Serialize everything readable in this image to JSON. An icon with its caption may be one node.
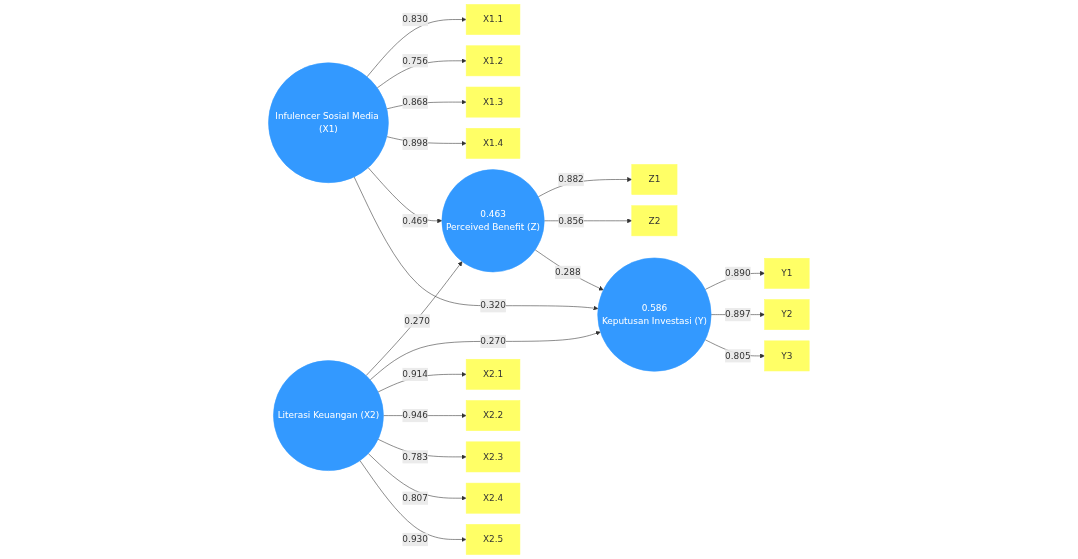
{
  "diagram": {
    "nodes": [
      {
        "text": [
          "X1.1"
        ]
      },
      {
        "text": [
          "X1.2"
        ]
      },
      {
        "text": [
          "X1.3"
        ]
      },
      {
        "text": [
          "X1.4"
        ]
      },
      {
        "text": [
          "Infulencer Sosial Media (X1)"
        ]
      },
      {
        "text": [
          "Z1"
        ]
      },
      {
        "text": [
          "Z2"
        ]
      },
      {
        "text": [
          "0.463",
          "Perceived Benefit (Z)"
        ]
      },
      {
        "text": [
          "Y1"
        ]
      },
      {
        "text": [
          "Y2"
        ]
      },
      {
        "text": [
          "Y3"
        ]
      },
      {
        "text": [
          "0.586",
          "Keputusan Investasi (Y)"
        ]
      },
      {
        "text": [
          "X2.1"
        ]
      },
      {
        "text": [
          "X2.2"
        ]
      },
      {
        "text": [
          "X2.3"
        ]
      },
      {
        "text": [
          "X2.4"
        ]
      },
      {
        "text": [
          "X2.5"
        ]
      },
      {
        "text": [
          "Literasi Keuangan (X2)"
        ]
      }
    ],
    "edges": [
      {
        "from": 4,
        "to": 0,
        "arrow": "to",
        "label": "0.830"
      },
      {
        "from": 4,
        "to": 1,
        "arrow": "to",
        "label": "0.756"
      },
      {
        "from": 4,
        "to": 2,
        "arrow": "to",
        "label": "0.868"
      },
      {
        "from": 4,
        "to": 3,
        "arrow": "to",
        "label": "0.898"
      },
      {
        "from": 4,
        "to": 7,
        "arrow": "to",
        "label": "0.469"
      },
      {
        "from": 4,
        "to": 11,
        "arrow": "to",
        "label": "0.320"
      },
      {
        "from": 7,
        "to": 5,
        "arrow": "to",
        "label": "0.882"
      },
      {
        "from": 7,
        "to": 6,
        "arrow": "to",
        "label": "0.856"
      },
      {
        "from": 7,
        "to": 11,
        "arrow": "to",
        "label": "0.288"
      },
      {
        "from": 17,
        "to": 7,
        "arrow": "to",
        "label": "0.270"
      },
      {
        "from": 17,
        "to": 11,
        "arrow": "to",
        "label": "0.270"
      },
      {
        "from": 11,
        "to": 8,
        "arrow": "to",
        "label": "0.890"
      },
      {
        "from": 11,
        "to": 9,
        "arrow": "to",
        "label": "0.897"
      },
      {
        "from": 11,
        "to": 10,
        "arrow": "to",
        "label": "0.805"
      },
      {
        "from": 17,
        "to": 12,
        "arrow": "to",
        "label": "0.914"
      },
      {
        "from": 17,
        "to": 13,
        "arrow": "to",
        "label": "0.946"
      },
      {
        "from": 17,
        "to": 14,
        "arrow": "to",
        "label": "0.783"
      },
      {
        "from": 17,
        "to": 15,
        "arrow": "to",
        "label": "0.807"
      },
      {
        "from": 17,
        "to": 16,
        "arrow": "to",
        "label": "0.930"
      }
    ]
  }
}
